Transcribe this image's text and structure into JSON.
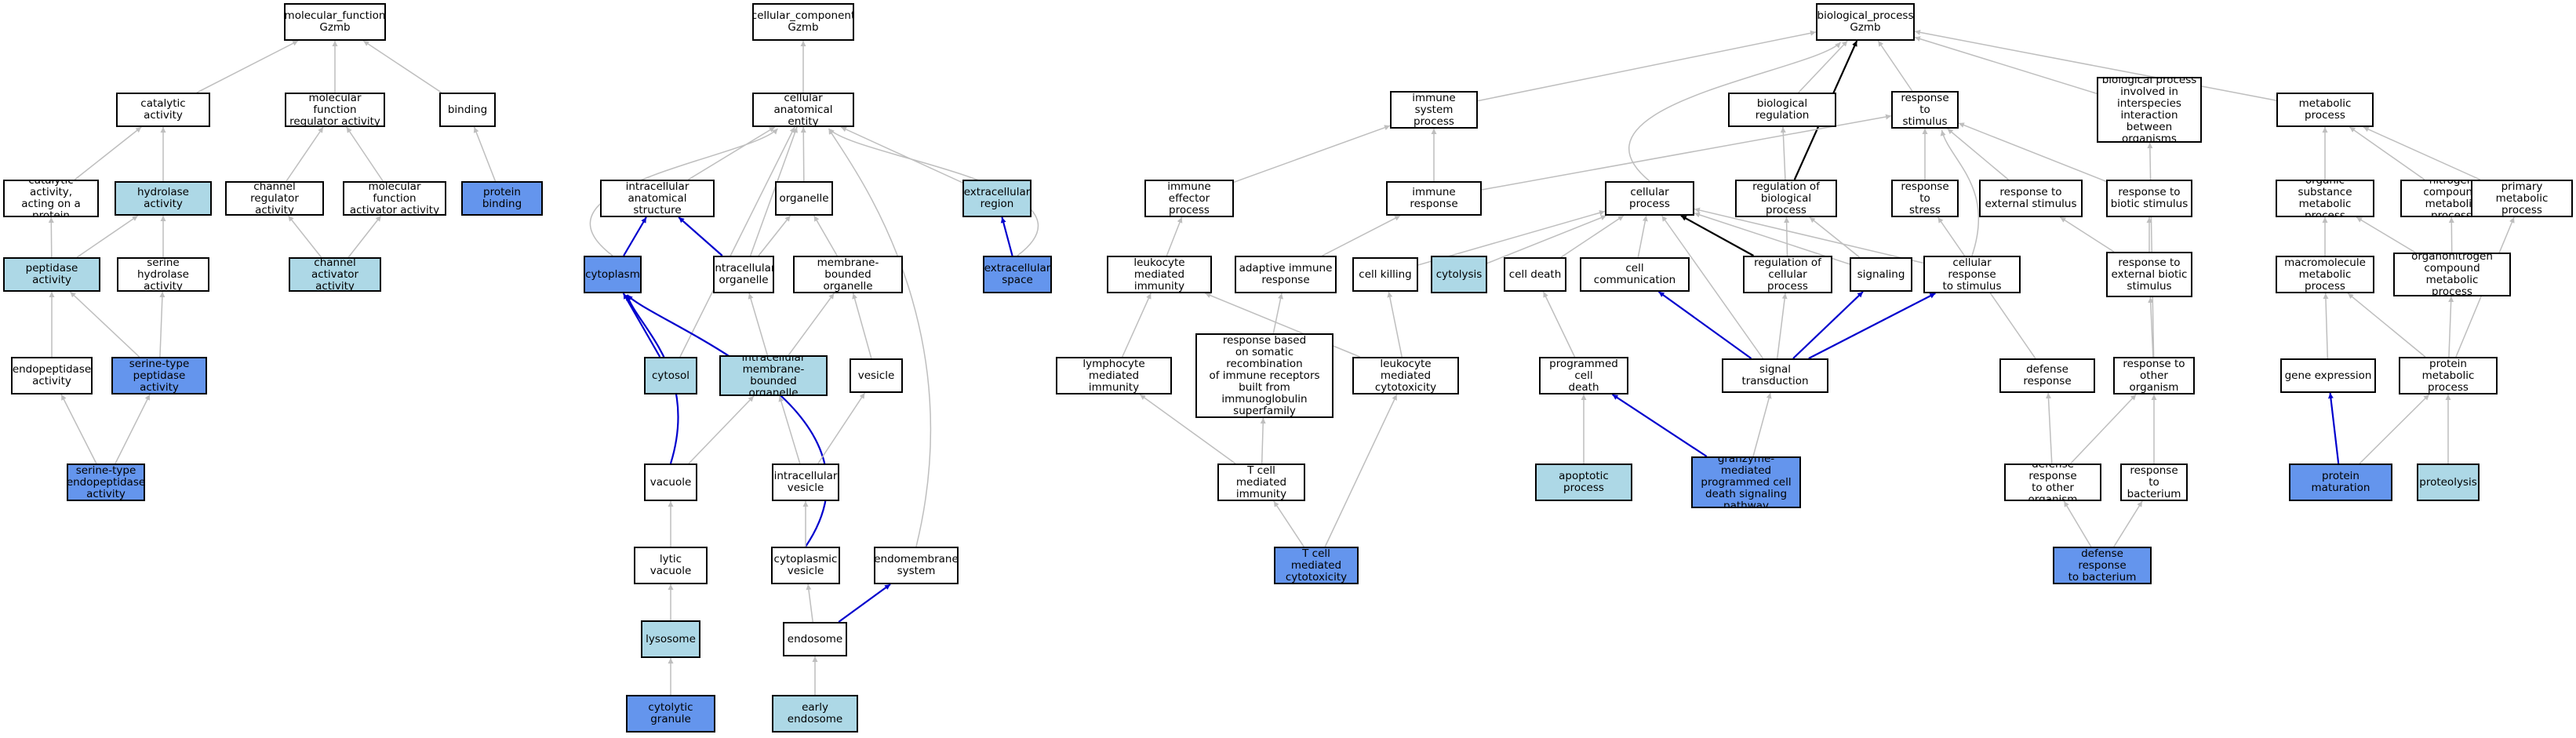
{
  "colors": {
    "node_default": "#ffffff",
    "node_light": "#add8e6",
    "node_dark": "#6495ed",
    "edge_default": "#bebebe",
    "edge_blue": "#0000cd",
    "edge_black": "#000000"
  },
  "nodes": [
    {
      "id": "mf_root",
      "label": "molecular_function\nGzmb",
      "fill": "default"
    },
    {
      "id": "catalytic_activity",
      "label": "catalytic activity",
      "fill": "default"
    },
    {
      "id": "mf_regulator",
      "label": "molecular function\nregulator activity",
      "fill": "default"
    },
    {
      "id": "binding",
      "label": "binding",
      "fill": "default"
    },
    {
      "id": "cat_protein",
      "label": "catalytic activity,\nacting on a\nprotein",
      "fill": "default"
    },
    {
      "id": "hydrolase",
      "label": "hydrolase activity",
      "fill": "light"
    },
    {
      "id": "channel_reg",
      "label": "channel regulator\nactivity",
      "fill": "default"
    },
    {
      "id": "mf_activator",
      "label": "molecular function\nactivator activity",
      "fill": "default"
    },
    {
      "id": "protein_binding",
      "label": "protein binding",
      "fill": "dark"
    },
    {
      "id": "peptidase",
      "label": "peptidase activity",
      "fill": "light"
    },
    {
      "id": "serine_hydrolase",
      "label": "serine hydrolase\nactivity",
      "fill": "default"
    },
    {
      "id": "channel_activator",
      "label": "channel activator\nactivity",
      "fill": "light"
    },
    {
      "id": "endopeptidase",
      "label": "endopeptidase\nactivity",
      "fill": "default"
    },
    {
      "id": "serine_peptidase",
      "label": "serine-type\npeptidase activity",
      "fill": "dark"
    },
    {
      "id": "serine_endopeptidase",
      "label": "serine-type\nendopeptidase\nactivity",
      "fill": "dark"
    },
    {
      "id": "cc_root",
      "label": "cellular_component\nGzmb",
      "fill": "default"
    },
    {
      "id": "cell_anat",
      "label": "cellular anatomical\nentity",
      "fill": "default"
    },
    {
      "id": "intra_anat",
      "label": "intracellular\nanatomical structure",
      "fill": "default"
    },
    {
      "id": "organelle",
      "label": "organelle",
      "fill": "default"
    },
    {
      "id": "extracellular_region",
      "label": "extracellular\nregion",
      "fill": "light"
    },
    {
      "id": "cytoplasm",
      "label": "cytoplasm",
      "fill": "dark"
    },
    {
      "id": "intra_organelle",
      "label": "intracellular\norganelle",
      "fill": "default"
    },
    {
      "id": "mb_organelle",
      "label": "membrane-bounded\norganelle",
      "fill": "default"
    },
    {
      "id": "extracellular_space",
      "label": "extracellular\nspace",
      "fill": "dark"
    },
    {
      "id": "cytosol",
      "label": "cytosol",
      "fill": "light"
    },
    {
      "id": "intra_mb_organelle",
      "label": "intracellular\nmembrane-bounded\norganelle",
      "fill": "light"
    },
    {
      "id": "vesicle",
      "label": "vesicle",
      "fill": "default"
    },
    {
      "id": "vacuole",
      "label": "vacuole",
      "fill": "default"
    },
    {
      "id": "intra_vesicle",
      "label": "intracellular\nvesicle",
      "fill": "default"
    },
    {
      "id": "lytic_vacuole",
      "label": "lytic vacuole",
      "fill": "default"
    },
    {
      "id": "cyto_vesicle",
      "label": "cytoplasmic\nvesicle",
      "fill": "default"
    },
    {
      "id": "endomembrane",
      "label": "endomembrane\nsystem",
      "fill": "default"
    },
    {
      "id": "lysosome",
      "label": "lysosome",
      "fill": "light"
    },
    {
      "id": "endosome",
      "label": "endosome",
      "fill": "default"
    },
    {
      "id": "cytolytic_granule",
      "label": "cytolytic granule",
      "fill": "dark"
    },
    {
      "id": "early_endosome",
      "label": "early endosome",
      "fill": "light"
    },
    {
      "id": "bp_root",
      "label": "biological_process\nGzmb",
      "fill": "default"
    },
    {
      "id": "immune_system",
      "label": "immune system\nprocess",
      "fill": "default"
    },
    {
      "id": "bio_reg",
      "label": "biological regulation",
      "fill": "default"
    },
    {
      "id": "resp_stim",
      "label": "response to\nstimulus",
      "fill": "default"
    },
    {
      "id": "bp_interspecies",
      "label": "biological process\ninvolved in\ninterspecies\ninteraction\nbetween organisms",
      "fill": "default"
    },
    {
      "id": "metabolic",
      "label": "metabolic process",
      "fill": "default"
    },
    {
      "id": "immune_effector",
      "label": "immune effector\nprocess",
      "fill": "default"
    },
    {
      "id": "immune_response",
      "label": "immune response",
      "fill": "default"
    },
    {
      "id": "cellular_process",
      "label": "cellular process",
      "fill": "default"
    },
    {
      "id": "reg_bio",
      "label": "regulation of\nbiological process",
      "fill": "default"
    },
    {
      "id": "resp_stress",
      "label": "response to\nstress",
      "fill": "default"
    },
    {
      "id": "resp_ext",
      "label": "response to\nexternal stimulus",
      "fill": "default"
    },
    {
      "id": "resp_biotic",
      "label": "response to\nbiotic stimulus",
      "fill": "default"
    },
    {
      "id": "org_sub_met",
      "label": "organic substance\nmetabolic process",
      "fill": "default"
    },
    {
      "id": "nitrogen_met",
      "label": "nitrogen compound\nmetabolic process",
      "fill": "default"
    },
    {
      "id": "primary_met",
      "label": "primary metabolic\nprocess",
      "fill": "default"
    },
    {
      "id": "leuk_immunity",
      "label": "leukocyte mediated\nimmunity",
      "fill": "default"
    },
    {
      "id": "adaptive_immune",
      "label": "adaptive immune\nresponse",
      "fill": "default"
    },
    {
      "id": "cell_killing",
      "label": "cell killing",
      "fill": "default"
    },
    {
      "id": "cytolysis",
      "label": "cytolysis",
      "fill": "light"
    },
    {
      "id": "cell_death",
      "label": "cell death",
      "fill": "default"
    },
    {
      "id": "cell_comm",
      "label": "cell communication",
      "fill": "default"
    },
    {
      "id": "reg_cell",
      "label": "regulation of\ncellular process",
      "fill": "default"
    },
    {
      "id": "signaling",
      "label": "signaling",
      "fill": "default"
    },
    {
      "id": "cell_resp_stim",
      "label": "cellular response\nto stimulus",
      "fill": "default"
    },
    {
      "id": "resp_ext_biotic",
      "label": "response to\nexternal biotic\nstimulus",
      "fill": "default"
    },
    {
      "id": "macromol_met",
      "label": "macromolecule\nmetabolic process",
      "fill": "default"
    },
    {
      "id": "organonitrogen",
      "label": "organonitrogen\ncompound metabolic\nprocess",
      "fill": "default"
    },
    {
      "id": "lymph_immunity",
      "label": "lymphocyte mediated\nimmunity",
      "fill": "default"
    },
    {
      "id": "adaptive_somatic",
      "label": "adaptive immune\nresponse based\non somatic recombination\nof immune receptors\nbuilt from immunoglobulin\nsuperfamily\ndomains",
      "fill": "default"
    },
    {
      "id": "leuk_cytotox",
      "label": "leukocyte mediated\ncytotoxicity",
      "fill": "default"
    },
    {
      "id": "prog_death",
      "label": "programmed cell\ndeath",
      "fill": "default"
    },
    {
      "id": "signal_transduction",
      "label": "signal transduction",
      "fill": "default"
    },
    {
      "id": "defense_response",
      "label": "defense response",
      "fill": "default"
    },
    {
      "id": "resp_other_org",
      "label": "response to\nother organism",
      "fill": "default"
    },
    {
      "id": "gene_expression",
      "label": "gene expression",
      "fill": "default"
    },
    {
      "id": "protein_met",
      "label": "protein metabolic\nprocess",
      "fill": "default"
    },
    {
      "id": "tcell_immunity",
      "label": "T cell mediated\nimmunity",
      "fill": "default"
    },
    {
      "id": "apoptotic",
      "label": "apoptotic process",
      "fill": "light"
    },
    {
      "id": "granzyme",
      "label": "granzyme-mediated\nprogrammed cell\ndeath signaling\npathway",
      "fill": "dark"
    },
    {
      "id": "defense_other",
      "label": "defense response\nto other organism",
      "fill": "default"
    },
    {
      "id": "resp_bacterium",
      "label": "response to\nbacterium",
      "fill": "default"
    },
    {
      "id": "protein_maturation",
      "label": "protein maturation",
      "fill": "dark"
    },
    {
      "id": "proteolysis",
      "label": "proteolysis",
      "fill": "light"
    },
    {
      "id": "tcell_cytotox",
      "label": "T cell mediated\ncytotoxicity",
      "fill": "dark"
    },
    {
      "id": "defense_bacterium",
      "label": "defense response\nto bacterium",
      "fill": "dark"
    }
  ],
  "edges": [
    {
      "from": "catalytic_activity",
      "to": "mf_root",
      "style": "gray"
    },
    {
      "from": "mf_regulator",
      "to": "mf_root",
      "style": "gray"
    },
    {
      "from": "binding",
      "to": "mf_root",
      "style": "gray"
    },
    {
      "from": "cat_protein",
      "to": "catalytic_activity",
      "style": "gray"
    },
    {
      "from": "hydrolase",
      "to": "catalytic_activity",
      "style": "gray"
    },
    {
      "from": "channel_reg",
      "to": "mf_regulator",
      "style": "gray"
    },
    {
      "from": "mf_activator",
      "to": "mf_regulator",
      "style": "gray"
    },
    {
      "from": "protein_binding",
      "to": "binding",
      "style": "gray"
    },
    {
      "from": "peptidase",
      "to": "cat_protein",
      "style": "gray"
    },
    {
      "from": "peptidase",
      "to": "hydrolase",
      "style": "gray"
    },
    {
      "from": "serine_hydrolase",
      "to": "hydrolase",
      "style": "gray"
    },
    {
      "from": "channel_activator",
      "to": "channel_reg",
      "style": "gray"
    },
    {
      "from": "channel_activator",
      "to": "mf_activator",
      "style": "gray"
    },
    {
      "from": "endopeptidase",
      "to": "peptidase",
      "style": "gray"
    },
    {
      "from": "serine_peptidase",
      "to": "peptidase",
      "style": "gray"
    },
    {
      "from": "serine_peptidase",
      "to": "serine_hydrolase",
      "style": "gray"
    },
    {
      "from": "serine_endopeptidase",
      "to": "endopeptidase",
      "style": "gray"
    },
    {
      "from": "serine_endopeptidase",
      "to": "serine_peptidase",
      "style": "gray"
    },
    {
      "from": "cell_anat",
      "to": "cc_root",
      "style": "gray"
    },
    {
      "from": "intra_anat",
      "to": "cell_anat",
      "style": "gray"
    },
    {
      "from": "organelle",
      "to": "cell_anat",
      "style": "gray"
    },
    {
      "from": "extracellular_region",
      "to": "cell_anat",
      "style": "gray"
    },
    {
      "from": "cytoplasm",
      "to": "cell_anat",
      "style": "gray",
      "curve": 1
    },
    {
      "from": "cytosol",
      "to": "cell_anat",
      "style": "gray"
    },
    {
      "from": "extracellular_space",
      "to": "cell_anat",
      "style": "gray",
      "curve": 1
    },
    {
      "from": "endomembrane",
      "to": "cell_anat",
      "style": "gray",
      "curve": 1
    },
    {
      "from": "intra_organelle",
      "to": "cell_anat",
      "style": "gray"
    },
    {
      "from": "cytoplasm",
      "to": "intra_anat",
      "style": "blue"
    },
    {
      "from": "intra_organelle",
      "to": "intra_anat",
      "style": "blue"
    },
    {
      "from": "intra_organelle",
      "to": "organelle",
      "style": "gray"
    },
    {
      "from": "mb_organelle",
      "to": "organelle",
      "style": "gray"
    },
    {
      "from": "extracellular_space",
      "to": "extracellular_region",
      "style": "blue"
    },
    {
      "from": "cytosol",
      "to": "cytoplasm",
      "style": "blue"
    },
    {
      "from": "vacuole",
      "to": "cytoplasm",
      "style": "blue",
      "curve": 1
    },
    {
      "from": "cyto_vesicle",
      "to": "cytoplasm",
      "style": "blue",
      "curve": 1
    },
    {
      "from": "intra_mb_organelle",
      "to": "intra_organelle",
      "style": "gray"
    },
    {
      "from": "intra_mb_organelle",
      "to": "mb_organelle",
      "style": "gray"
    },
    {
      "from": "vesicle",
      "to": "mb_organelle",
      "style": "gray"
    },
    {
      "from": "vacuole",
      "to": "intra_mb_organelle",
      "style": "gray"
    },
    {
      "from": "intra_vesicle",
      "to": "intra_mb_organelle",
      "style": "gray"
    },
    {
      "from": "intra_vesicle",
      "to": "vesicle",
      "style": "gray"
    },
    {
      "from": "lytic_vacuole",
      "to": "vacuole",
      "style": "gray"
    },
    {
      "from": "cyto_vesicle",
      "to": "intra_vesicle",
      "style": "gray"
    },
    {
      "from": "lysosome",
      "to": "lytic_vacuole",
      "style": "gray"
    },
    {
      "from": "endosome",
      "to": "cyto_vesicle",
      "style": "gray"
    },
    {
      "from": "endosome",
      "to": "endomembrane",
      "style": "blue"
    },
    {
      "from": "cytolytic_granule",
      "to": "lysosome",
      "style": "gray"
    },
    {
      "from": "early_endosome",
      "to": "endosome",
      "style": "gray"
    },
    {
      "from": "immune_system",
      "to": "bp_root",
      "style": "gray"
    },
    {
      "from": "bio_reg",
      "to": "bp_root",
      "style": "gray"
    },
    {
      "from": "resp_stim",
      "to": "bp_root",
      "style": "gray"
    },
    {
      "from": "bp_interspecies",
      "to": "bp_root",
      "style": "gray"
    },
    {
      "from": "metabolic",
      "to": "bp_root",
      "style": "gray"
    },
    {
      "from": "cellular_process",
      "to": "bp_root",
      "style": "gray",
      "curve": 1
    },
    {
      "from": "reg_bio",
      "to": "bp_root",
      "style": "black"
    },
    {
      "from": "immune_effector",
      "to": "immune_system",
      "style": "gray"
    },
    {
      "from": "immune_response",
      "to": "immune_system",
      "style": "gray"
    },
    {
      "from": "immune_response",
      "to": "resp_stim",
      "style": "gray"
    },
    {
      "from": "reg_bio",
      "to": "bio_reg",
      "style": "gray"
    },
    {
      "from": "resp_stress",
      "to": "resp_stim",
      "style": "gray"
    },
    {
      "from": "resp_ext",
      "to": "resp_stim",
      "style": "gray"
    },
    {
      "from": "resp_biotic",
      "to": "resp_stim",
      "style": "gray"
    },
    {
      "from": "cell_resp_stim",
      "to": "resp_stim",
      "style": "gray",
      "curve": 1
    },
    {
      "from": "resp_other_org",
      "to": "bp_interspecies",
      "style": "gray"
    },
    {
      "from": "org_sub_met",
      "to": "metabolic",
      "style": "gray"
    },
    {
      "from": "nitrogen_met",
      "to": "metabolic",
      "style": "gray"
    },
    {
      "from": "primary_met",
      "to": "metabolic",
      "style": "gray"
    },
    {
      "from": "leuk_immunity",
      "to": "immune_effector",
      "style": "gray"
    },
    {
      "from": "adaptive_immune",
      "to": "immune_response",
      "style": "gray"
    },
    {
      "from": "cell_killing",
      "to": "cellular_process",
      "style": "gray"
    },
    {
      "from": "cytolysis",
      "to": "cellular_process",
      "style": "gray"
    },
    {
      "from": "cell_death",
      "to": "cellular_process",
      "style": "gray"
    },
    {
      "from": "cell_comm",
      "to": "cellular_process",
      "style": "gray"
    },
    {
      "from": "reg_cell",
      "to": "cellular_process",
      "style": "black"
    },
    {
      "from": "signaling",
      "to": "cellular_process",
      "style": "gray"
    },
    {
      "from": "cell_resp_stim",
      "to": "cellular_process",
      "style": "gray"
    },
    {
      "from": "signal_transduction",
      "to": "cellular_process",
      "style": "gray"
    },
    {
      "from": "reg_cell",
      "to": "reg_bio",
      "style": "gray"
    },
    {
      "from": "signaling",
      "to": "reg_bio",
      "style": "gray"
    },
    {
      "from": "defense_response",
      "to": "resp_stress",
      "style": "gray"
    },
    {
      "from": "resp_ext_biotic",
      "to": "resp_ext",
      "style": "gray"
    },
    {
      "from": "resp_ext_biotic",
      "to": "resp_biotic",
      "style": "gray"
    },
    {
      "from": "macromol_met",
      "to": "org_sub_met",
      "style": "gray"
    },
    {
      "from": "organonitrogen",
      "to": "nitrogen_met",
      "style": "gray"
    },
    {
      "from": "organonitrogen",
      "to": "org_sub_met",
      "style": "gray"
    },
    {
      "from": "protein_met",
      "to": "primary_met",
      "style": "gray"
    },
    {
      "from": "lymph_immunity",
      "to": "leuk_immunity",
      "style": "gray"
    },
    {
      "from": "leuk_cytotox",
      "to": "leuk_immunity",
      "style": "gray"
    },
    {
      "from": "adaptive_somatic",
      "to": "adaptive_immune",
      "style": "gray"
    },
    {
      "from": "leuk_cytotox",
      "to": "cell_killing",
      "style": "gray"
    },
    {
      "from": "prog_death",
      "to": "cell_death",
      "style": "gray"
    },
    {
      "from": "signal_transduction",
      "to": "cell_comm",
      "style": "blue"
    },
    {
      "from": "signal_transduction",
      "to": "signaling",
      "style": "blue"
    },
    {
      "from": "signal_transduction",
      "to": "cell_resp_stim",
      "style": "blue"
    },
    {
      "from": "signal_transduction",
      "to": "reg_cell",
      "style": "gray"
    },
    {
      "from": "resp_other_org",
      "to": "resp_ext_biotic",
      "style": "gray"
    },
    {
      "from": "gene_expression",
      "to": "macromol_met",
      "style": "gray"
    },
    {
      "from": "protein_met",
      "to": "macromol_met",
      "style": "gray"
    },
    {
      "from": "protein_met",
      "to": "organonitrogen",
      "style": "gray"
    },
    {
      "from": "tcell_immunity",
      "to": "lymph_immunity",
      "style": "gray"
    },
    {
      "from": "tcell_immunity",
      "to": "adaptive_somatic",
      "style": "gray"
    },
    {
      "from": "apoptotic",
      "to": "prog_death",
      "style": "gray"
    },
    {
      "from": "granzyme",
      "to": "prog_death",
      "style": "blue"
    },
    {
      "from": "granzyme",
      "to": "signal_transduction",
      "style": "gray"
    },
    {
      "from": "defense_other",
      "to": "defense_response",
      "style": "gray"
    },
    {
      "from": "defense_other",
      "to": "resp_other_org",
      "style": "gray"
    },
    {
      "from": "resp_bacterium",
      "to": "resp_other_org",
      "style": "gray"
    },
    {
      "from": "protein_maturation",
      "to": "gene_expression",
      "style": "blue"
    },
    {
      "from": "protein_maturation",
      "to": "protein_met",
      "style": "gray"
    },
    {
      "from": "proteolysis",
      "to": "protein_met",
      "style": "gray"
    },
    {
      "from": "tcell_cytotox",
      "to": "tcell_immunity",
      "style": "gray"
    },
    {
      "from": "tcell_cytotox",
      "to": "leuk_cytotox",
      "style": "gray"
    },
    {
      "from": "defense_bacterium",
      "to": "defense_other",
      "style": "gray"
    },
    {
      "from": "defense_bacterium",
      "to": "resp_bacterium",
      "style": "gray"
    }
  ]
}
